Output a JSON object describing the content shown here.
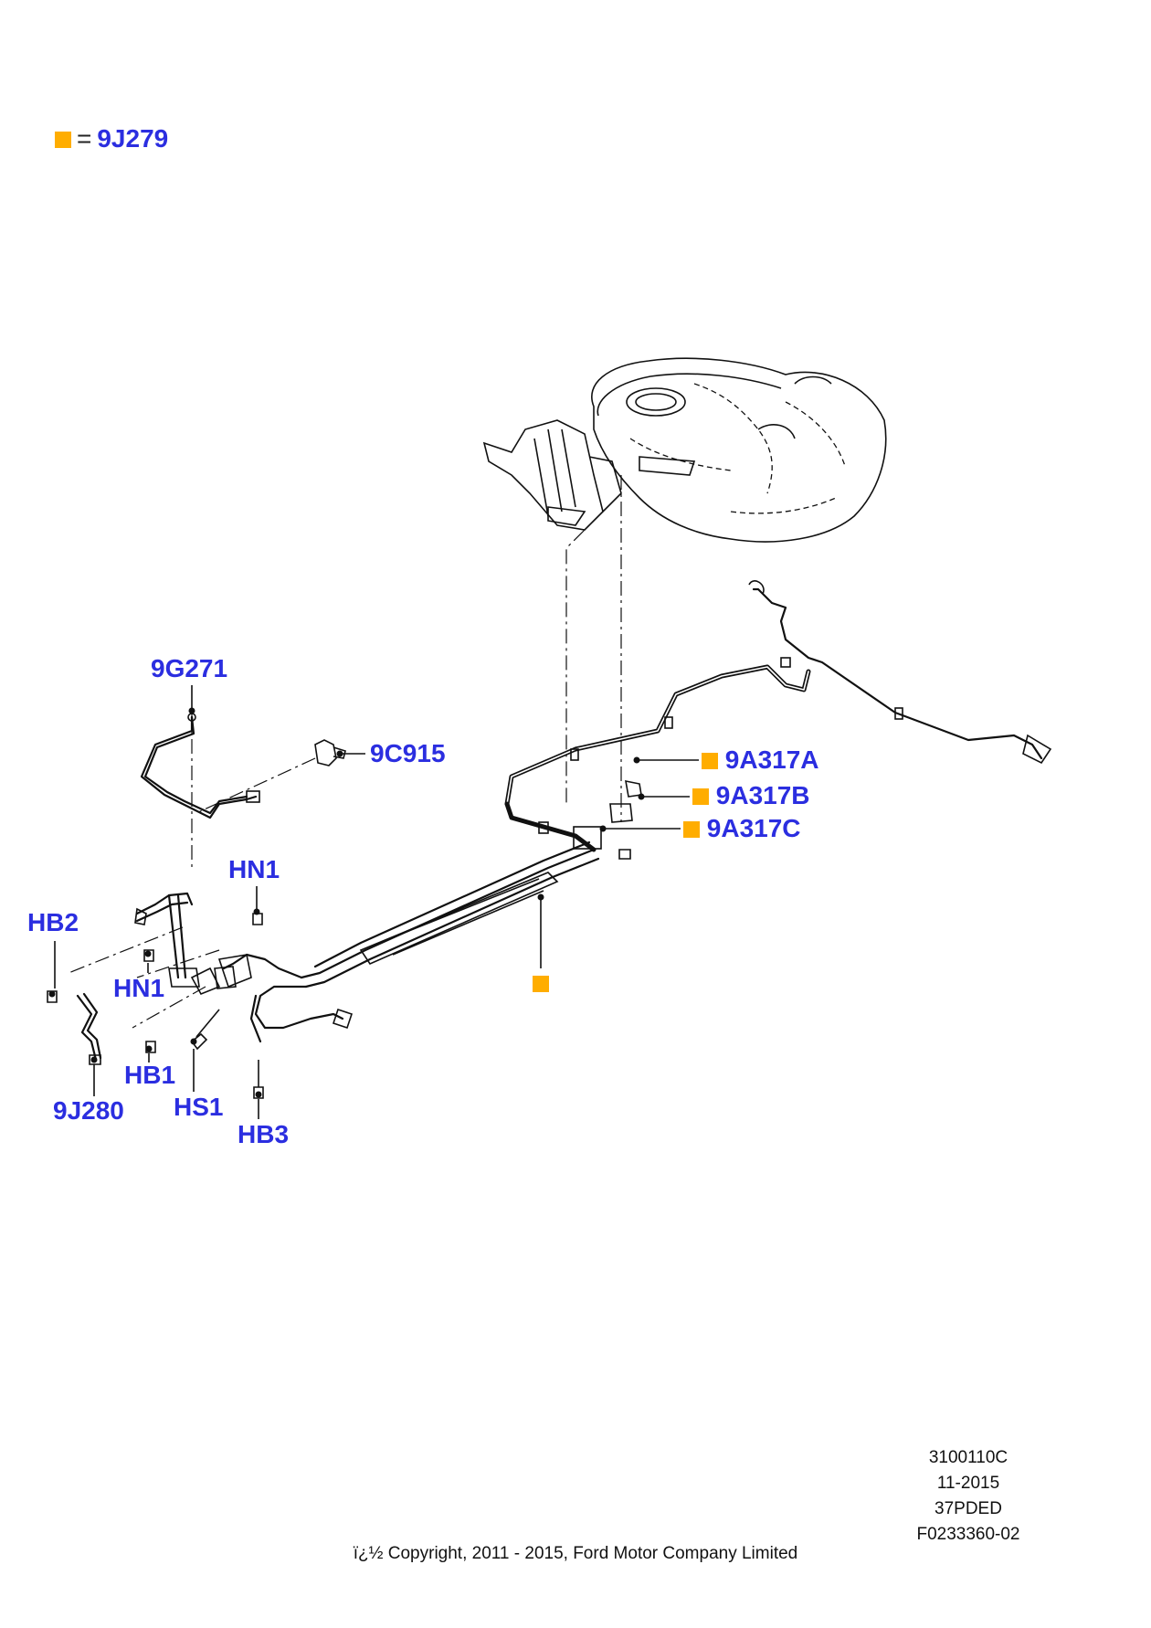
{
  "legend": {
    "equals": "=",
    "code": "9J279",
    "marker_color": "#ffad00"
  },
  "callouts": {
    "c_9g271": "9G271",
    "c_9c915": "9C915",
    "c_9a317a": "9A317A",
    "c_9a317b": "9A317B",
    "c_9a317c": "9A317C",
    "c_hn1_top": "HN1",
    "c_hb2": "HB2",
    "c_hn1_mid": "HN1",
    "c_hb1": "HB1",
    "c_hs1": "HS1",
    "c_hb3": "HB3",
    "c_9j280": "9J280"
  },
  "callout_color": "#2b2ee0",
  "footer": {
    "line1": "3100110C",
    "line2": "11-2015",
    "line3": "37PDED",
    "line4": "F0233360-02",
    "copyright": "ï¿½ Copyright, 2011 - 2015, Ford Motor Company Limited"
  }
}
